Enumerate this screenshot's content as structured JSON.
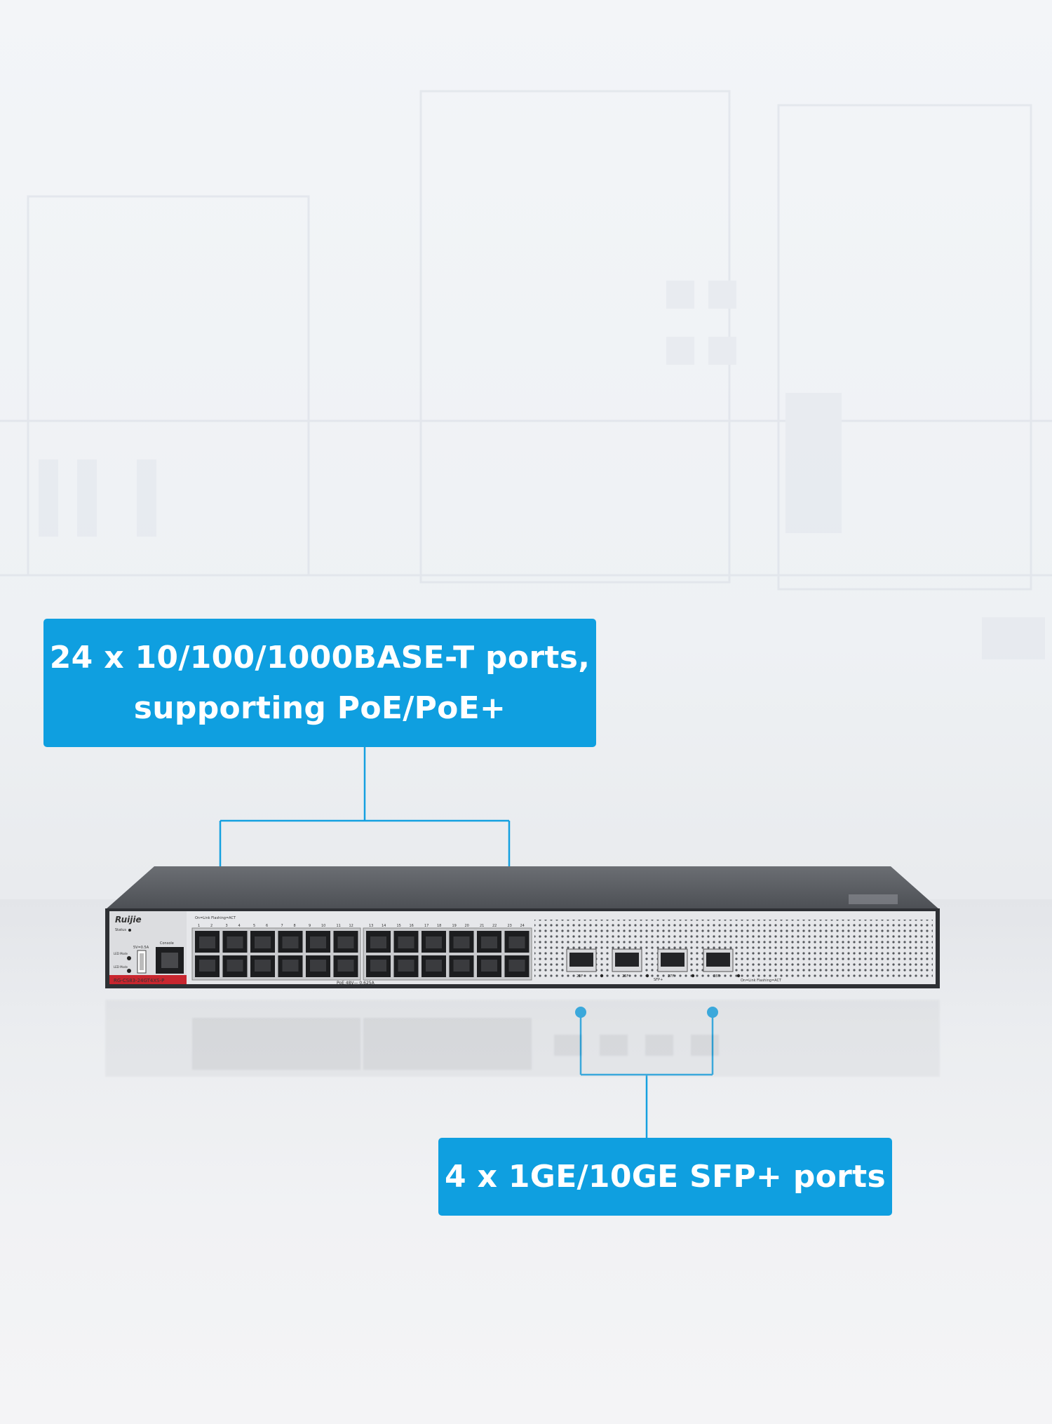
{
  "callouts": {
    "ports": {
      "line1": "24 x 10/100/1000BASE-T ports,",
      "line2": "supporting PoE/PoE+"
    },
    "sfp": {
      "text": "4 x 1GE/10GE SFP+ ports"
    }
  },
  "device": {
    "brand": "Ruijie",
    "model": "RG-CS83-24GT4XS-P",
    "status_label": "Status",
    "console_label": "Console",
    "usb_label": "5V=0.5A",
    "led_mode_label": "LED Mode",
    "led_mode2_label": "LED Mode",
    "link_legend": "On=Link  Flashing=ACT",
    "poe_label": "PoE  48V—  0.625A",
    "sfp_legend": "On=Link  Flashing=ACT",
    "sfp_labels": [
      "25F",
      "26F",
      "27F",
      "28F"
    ],
    "sfp_mid_label": "SFP+",
    "port_numbers": [
      "1",
      "2",
      "3",
      "4",
      "5",
      "6",
      "7",
      "8",
      "9",
      "10",
      "11",
      "12",
      "13",
      "14",
      "15",
      "16",
      "17",
      "18",
      "19",
      "20",
      "21",
      "22",
      "23",
      "24"
    ]
  },
  "colors": {
    "callout": "#0f9fe0",
    "chassis_top": "#5e6166",
    "front_panel": "#e6e7ea",
    "model_label": "#c8262f"
  }
}
